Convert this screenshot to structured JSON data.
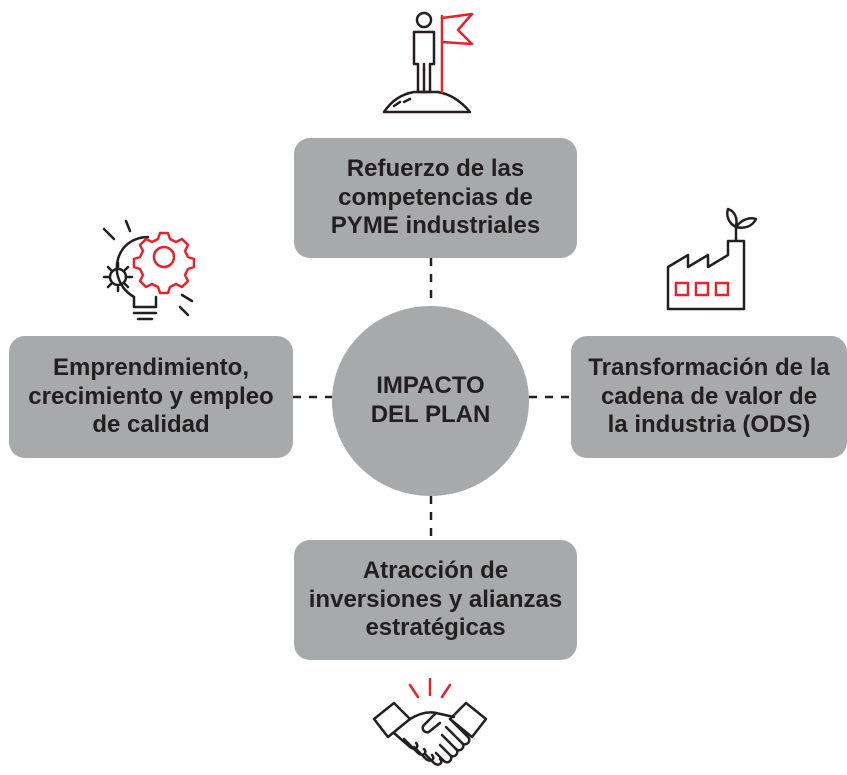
{
  "center": {
    "line1": "IMPACTO",
    "line2": "DEL PLAN"
  },
  "nodes": {
    "top": {
      "lines": [
        "Refuerzo de las",
        "competencias de",
        "PYME industriales"
      ],
      "icon": "person-flag-summit-icon"
    },
    "left": {
      "lines": [
        "Emprendimiento,",
        "crecimiento y empleo",
        "de calidad"
      ],
      "icon": "lightbulb-gears-icon"
    },
    "right": {
      "lines": [
        "Transformación de la",
        "cadena de valor de",
        "la industria (ODS)"
      ],
      "icon": "factory-sprout-icon"
    },
    "bottom": {
      "lines": [
        "Atracción de",
        "inversiones y alianzas",
        "estratégicas"
      ],
      "icon": "handshake-icon"
    }
  },
  "colors": {
    "box": "#a8a9ab",
    "text": "#231f20",
    "accent": "#e3242b",
    "line": "#231f20"
  }
}
